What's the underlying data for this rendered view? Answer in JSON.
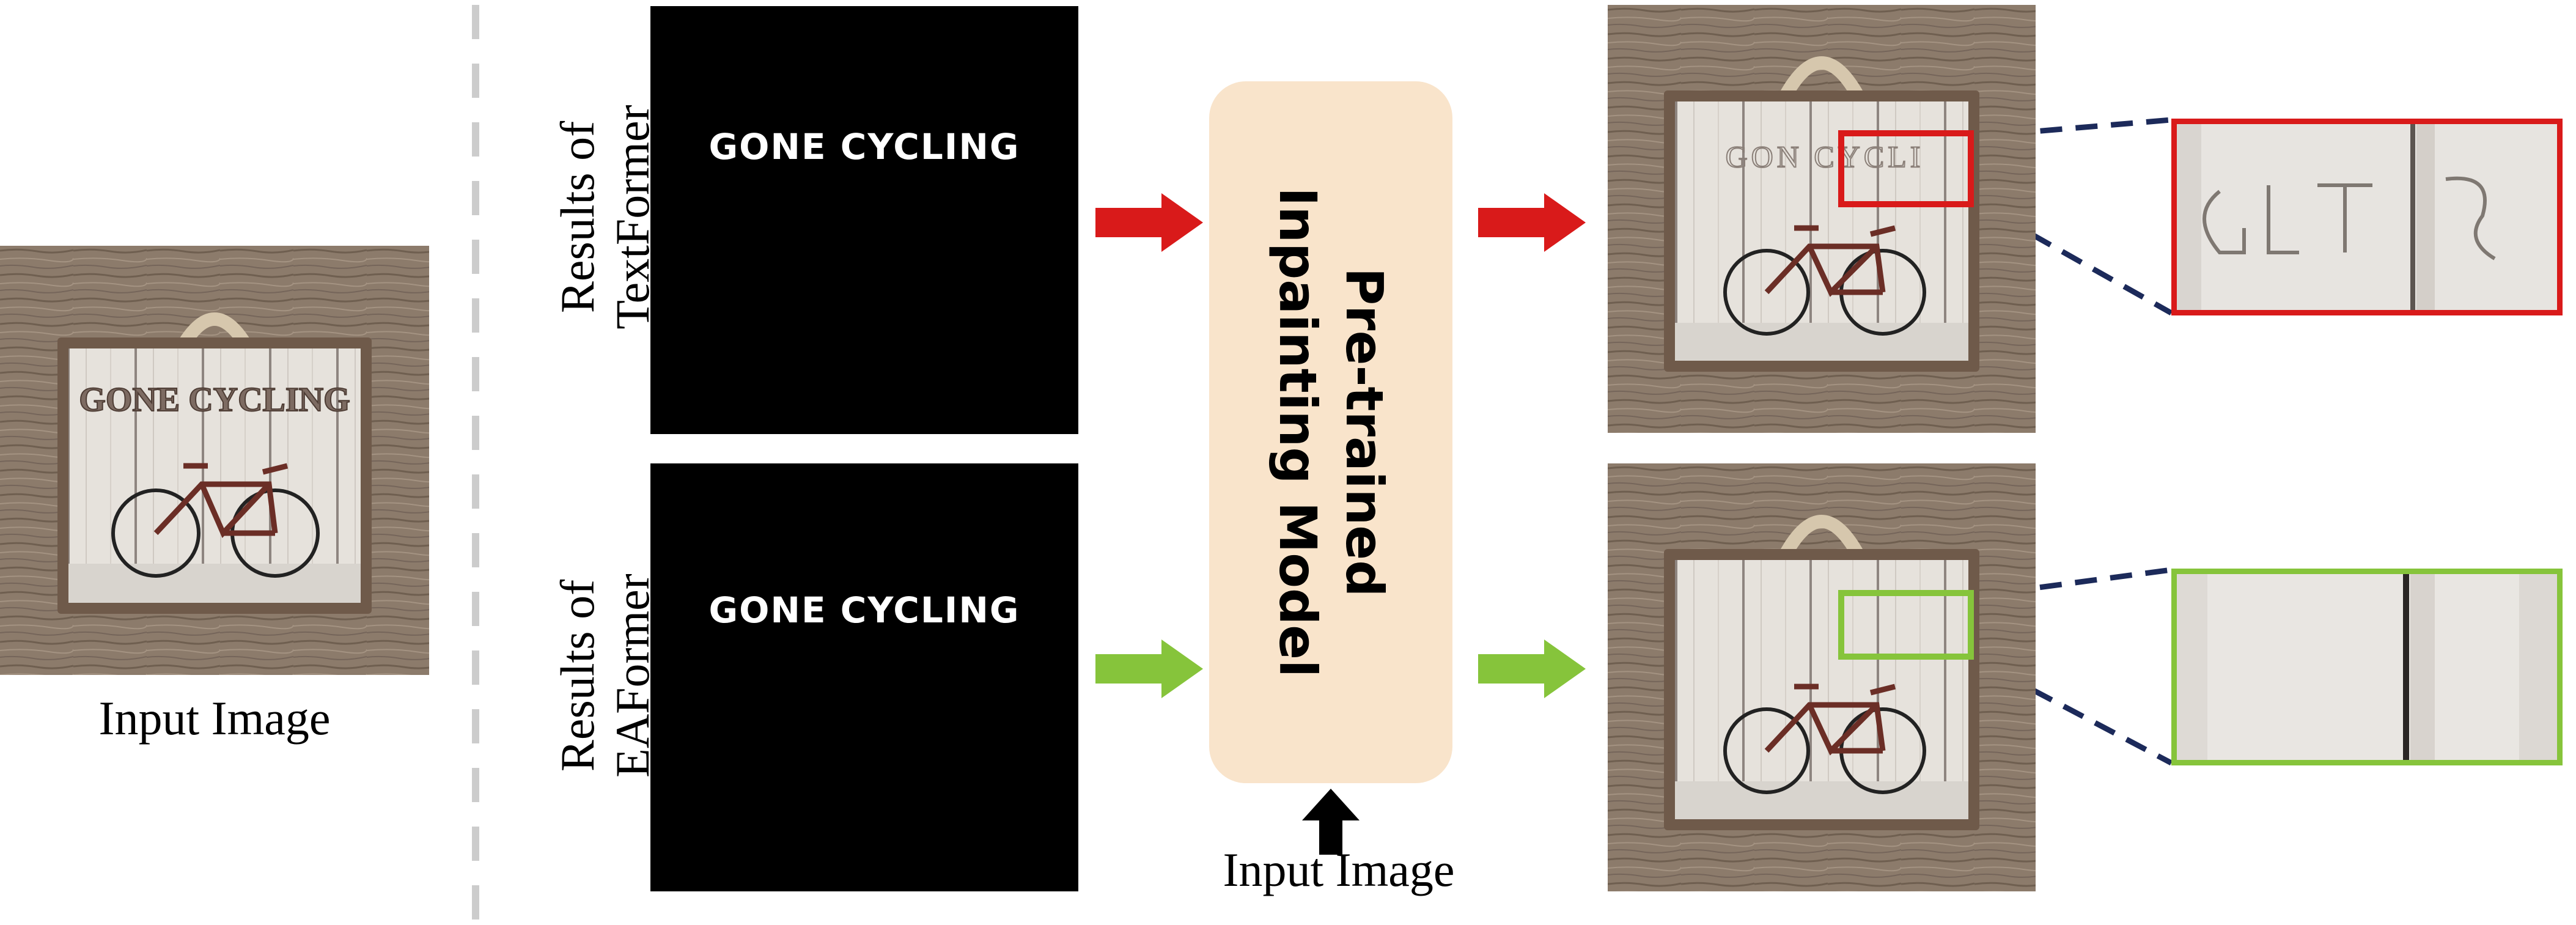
{
  "input": {
    "caption": "Input Image",
    "sign_text": "GONE CYCLING"
  },
  "rows": [
    {
      "label_line1": "Results of",
      "label_line2": "TextFormer",
      "mask_text": "GONE CYCLING",
      "arrow_color": "#d91a1a"
    },
    {
      "label_line1": "Results of",
      "label_line2": "EAFormer",
      "mask_text": "GONE CYCLING",
      "arrow_color": "#86c43b"
    }
  ],
  "model": {
    "line1": "Pre-trained",
    "line2": "Inpainting Model",
    "fill_color": "#f9e4cb"
  },
  "model_input_caption": "Input Image",
  "output_textformer": {
    "residual_text": "GON CYCLI"
  },
  "colors": {
    "red": "#d91a1a",
    "green": "#86c43b",
    "dash_line": "#1c2a5a",
    "separator": "#cccccc"
  }
}
